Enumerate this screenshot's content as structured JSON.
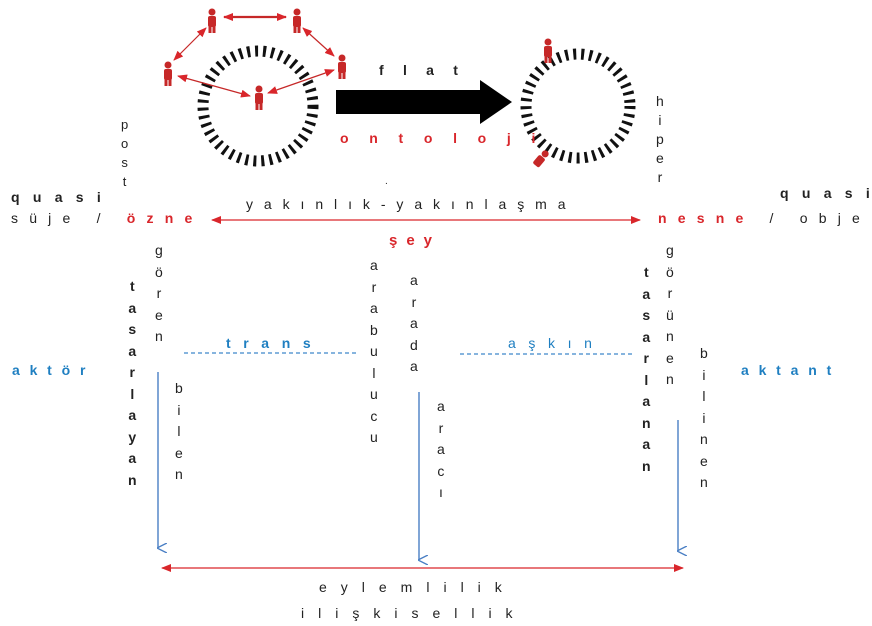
{
  "top": {
    "flat": "f l a t",
    "ontology": "o n t o l o j i",
    "post": "post",
    "hyper": "hiper",
    "dot": "."
  },
  "left": {
    "quasi": "quasi",
    "subject": "süje / ",
    "ozne": "özne",
    "seer": "gören",
    "designer": "tasarlayan",
    "knower": "bilen",
    "actor": "aktör"
  },
  "right": {
    "quasi": "quasi",
    "nesne": "nesne",
    "object": " / obje",
    "seen": "görünen",
    "designed": "tasarlanan",
    "known": "bilinen",
    "actant": "aktant"
  },
  "center": {
    "proximity": "yakınlık-yakınlaşma",
    "thing": "şey",
    "mediator": "arabulucu",
    "between": "arada",
    "intermediary": "aracı",
    "trans": "trans",
    "transcendent": "aşkın"
  },
  "bottom": {
    "agency": "eylemlilik",
    "relationality": "ilişkisellik"
  },
  "icons": [
    "human-figure",
    "deer-silhouette",
    "bird-silhouette",
    "fish-silhouette",
    "tree-silhouette",
    "butterfly-silhouette",
    "star-silhouette",
    "plant-silhouette"
  ],
  "colors": {
    "red": "#d9262b",
    "blue": "#1f7fc1",
    "black": "#000000",
    "text": "#222222"
  }
}
